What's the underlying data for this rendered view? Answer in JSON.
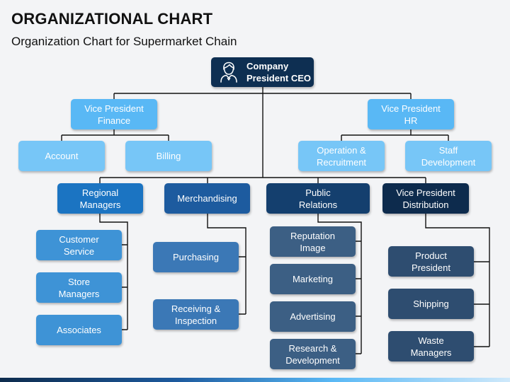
{
  "header": {
    "title": "ORGANIZATIONAL CHART",
    "subtitle": "Organization Chart for Supermarket Chain"
  },
  "chart": {
    "ceo": "Company\nPresident CEO",
    "vp_finance": "Vice President\nFinance",
    "vp_hr": "Vice President\nHR",
    "finance_children": [
      "Account",
      "Billing"
    ],
    "hr_children": [
      "Operation &\nRecruitment",
      "Staff\nDevelopment"
    ],
    "departments": [
      {
        "label": "Regional\nManagers",
        "children": [
          "Customer\nService",
          "Store\nManagers",
          "Associates"
        ]
      },
      {
        "label": "Merchandising",
        "children": [
          "Purchasing",
          "Receiving &\nInspection"
        ]
      },
      {
        "label": "Public\nRelations",
        "children": [
          "Reputation\nImage",
          "Marketing",
          "Advertising",
          "Research &\nDevelopment"
        ]
      },
      {
        "label": "Vice President\nDistribution",
        "children": [
          "Product\nPresident",
          "Shipping",
          "Waste\nManagers"
        ]
      }
    ]
  },
  "colors": {
    "ceo": "#0e2f52",
    "vp": "#59b8f5",
    "sub": "#77c6f7",
    "dept": [
      "#1b74c2",
      "#1d5b9f",
      "#143f6e",
      "#0d2b4d"
    ],
    "child": [
      "#3e93d6",
      "#3b78b6",
      "#3c5f84",
      "#2e4d70"
    ],
    "line": "#111111"
  },
  "icons": {
    "ceo": "businessman-icon"
  }
}
